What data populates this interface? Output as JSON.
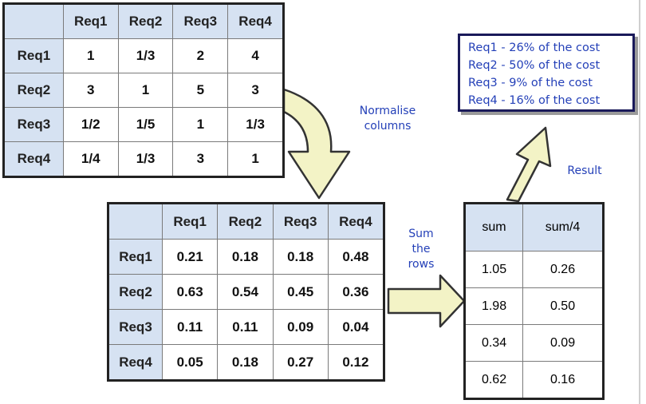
{
  "matrix_a": {
    "headers": [
      "",
      "Req1",
      "Req2",
      "Req3",
      "Req4"
    ],
    "rows": [
      {
        "label": "Req1",
        "values": [
          "1",
          "1/3",
          "2",
          "4"
        ]
      },
      {
        "label": "Req2",
        "values": [
          "3",
          "1",
          "5",
          "3"
        ]
      },
      {
        "label": "Req3",
        "values": [
          "1/2",
          "1/5",
          "1",
          "1/3"
        ]
      },
      {
        "label": "Req4",
        "values": [
          "1/4",
          "1/3",
          "3",
          "1"
        ]
      }
    ]
  },
  "matrix_b": {
    "headers": [
      "",
      "Req1",
      "Req2",
      "Req3",
      "Req4"
    ],
    "rows": [
      {
        "label": "Req1",
        "values": [
          "0.21",
          "0.18",
          "0.18",
          "0.48"
        ]
      },
      {
        "label": "Req2",
        "values": [
          "0.63",
          "0.54",
          "0.45",
          "0.36"
        ]
      },
      {
        "label": "Req3",
        "values": [
          "0.11",
          "0.11",
          "0.09",
          "0.04"
        ]
      },
      {
        "label": "Req4",
        "values": [
          "0.05",
          "0.18",
          "0.27",
          "0.12"
        ]
      }
    ]
  },
  "matrix_c": {
    "headers": [
      "sum",
      "sum/4"
    ],
    "rows": [
      [
        "1.05",
        "0.26"
      ],
      [
        "1.98",
        "0.50"
      ],
      [
        "0.34",
        "0.09"
      ],
      [
        "0.62",
        "0.16"
      ]
    ]
  },
  "result_lines": [
    "Req1 - 26% of the cost",
    "Req2 - 50% of the cost",
    "Req3 - 9% of the cost",
    "Req4 - 16% of the cost"
  ],
  "labels": {
    "normalise_line1": "Normalise",
    "normalise_line2": "columns",
    "sum_line1": "Sum",
    "sum_line2": "the",
    "sum_line3": "rows",
    "result": "Result"
  },
  "colors": {
    "header_fill": "#d6e2f2",
    "arrow_fill": "#f3f3c6",
    "handwriting": "#2440b8"
  }
}
